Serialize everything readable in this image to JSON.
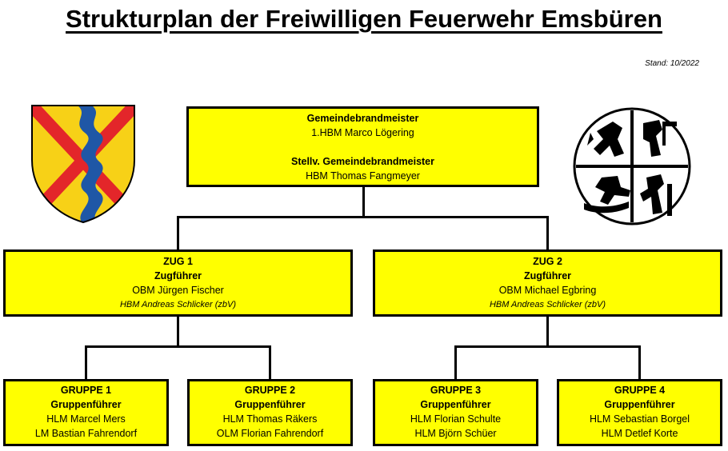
{
  "title": "Strukturplan der Freiwilligen Feuerwehr Emsbüren",
  "stand": "Stand: 10/2022",
  "colors": {
    "box_fill": "#ffff00",
    "border": "#000000",
    "crest_yellow": "#f7d117",
    "crest_red": "#e3262a",
    "crest_blue": "#1f57a6"
  },
  "top": {
    "role1": "Gemeindebrandmeister",
    "name1": "1.HBM Marco Lögering",
    "role2": "Stellv. Gemeindebrandmeister",
    "name2": "HBM Thomas Fangmeyer"
  },
  "zug1": {
    "title": "ZUG 1",
    "role": "Zugführer",
    "name": "OBM Jürgen Fischer",
    "extra": "HBM Andreas Schlicker (zbV)"
  },
  "zug2": {
    "title": "ZUG 2",
    "role": "Zugführer",
    "name": "OBM Michael Egbring",
    "extra": "HBM Andreas Schlicker (zbV)"
  },
  "groups": [
    {
      "title": "GRUPPE 1",
      "role": "Gruppenführer",
      "name1": "HLM Marcel Mers",
      "name2": "LM Bastian Fahrendorf"
    },
    {
      "title": "GRUPPE 2",
      "role": "Gruppenführer",
      "name1": "HLM Thomas Räkers",
      "name2": "OLM Florian Fahrendorf"
    },
    {
      "title": "GRUPPE 3",
      "role": "Gruppenführer",
      "name1": "HLM Florian Schulte",
      "name2": "HLM Björn Schüer"
    },
    {
      "title": "GRUPPE 4",
      "role": "Gruppenführer",
      "name1": "HLM Sebastian Borgel",
      "name2": "HLM Detlef Korte"
    }
  ],
  "icons": {
    "left_logo": "coat-of-arms-icon",
    "right_logo": "fire-brigade-emblem-icon"
  }
}
